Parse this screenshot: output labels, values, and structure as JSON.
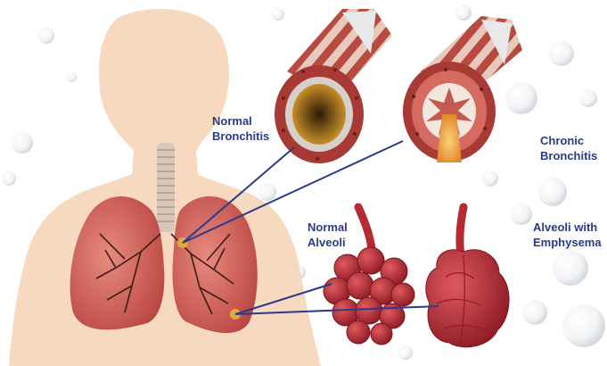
{
  "labels": {
    "normal_bronchitis": "Normal\nBronchitis",
    "chronic_bronchitis": "Chronic\nBronchitis",
    "normal_alveoli": "Normal\nAlveoli",
    "emphysema": "Alveoli with\nEmphysema"
  },
  "colors": {
    "label_text": "#2b3a8a",
    "leader_line": "#2b3a8a",
    "skin": "#f7d9bf",
    "lung_tissue": "#cf5a56",
    "airway_wall": "#a83a35",
    "mucus": "#e6a43a",
    "alveoli": "#b52a33"
  }
}
